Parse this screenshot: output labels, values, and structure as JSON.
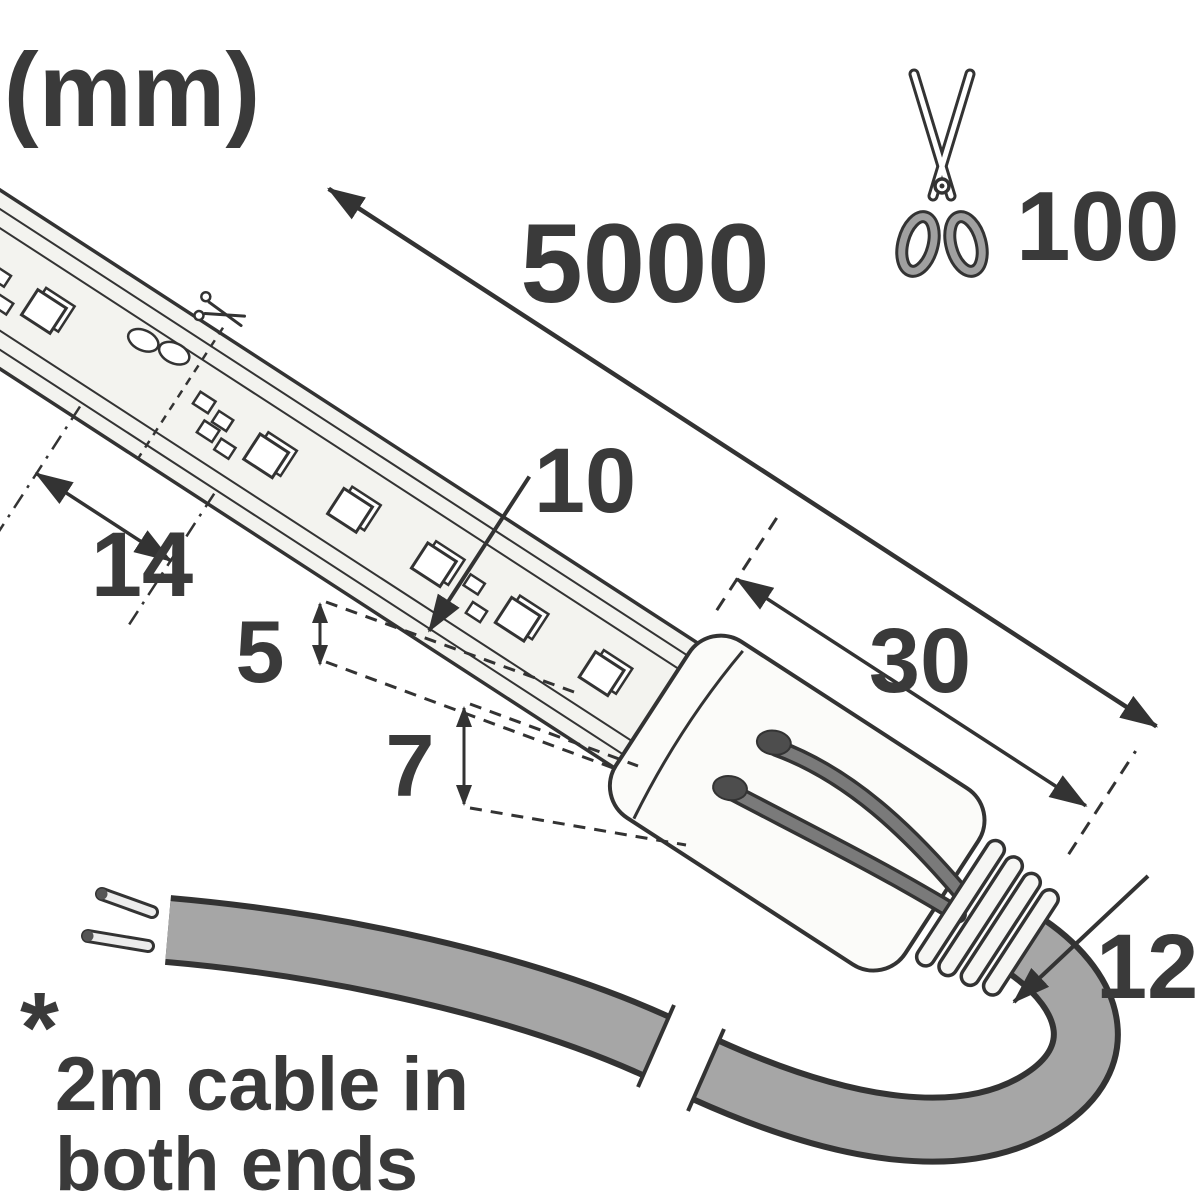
{
  "units_label": "(mm)",
  "dimensions": {
    "strip_length": "5000",
    "cut_section_length": "100",
    "strip_width": "10",
    "led_pitch": "14",
    "strip_thickness": "5",
    "end_cap_thickness": "7",
    "end_cap_length": "30",
    "cable_diameter": "12"
  },
  "footnote": {
    "marker": "*",
    "line1": "2m cable in",
    "line2": "both ends"
  },
  "icons": {
    "scissors": "✂",
    "cut_mark": "✂"
  },
  "colors": {
    "outline": "#333333",
    "text": "#3a3a3a",
    "strip_fill": "#f3f3ef",
    "cap_fill": "#fbfbf9",
    "cable_fill": "#a6a6a6",
    "handle_gray": "#a0a0a0",
    "background": "#ffffff"
  }
}
